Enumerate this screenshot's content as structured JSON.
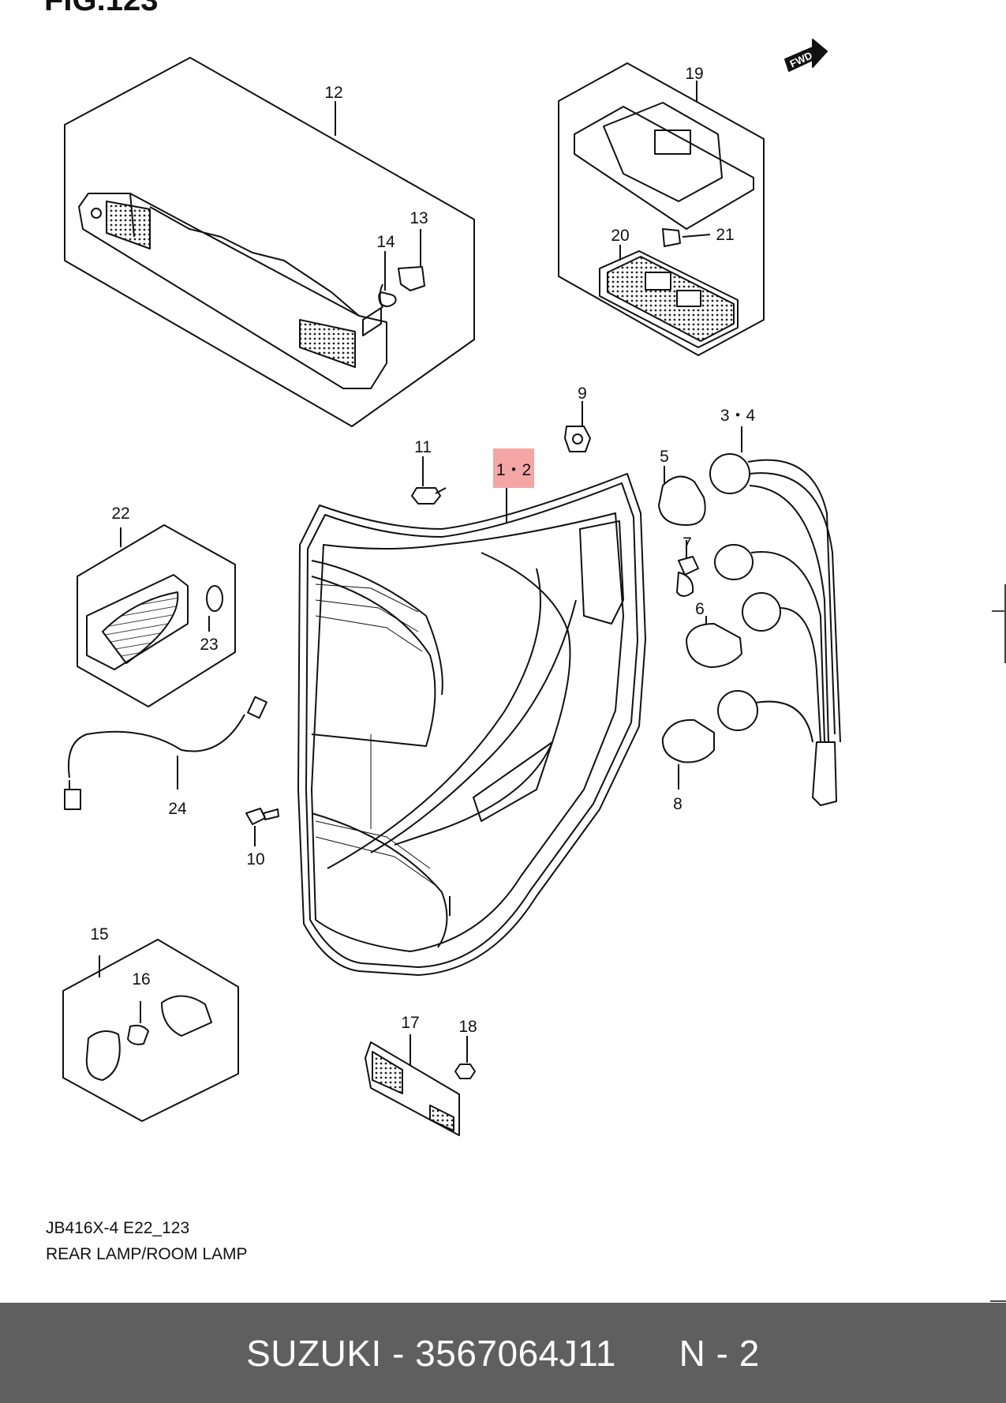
{
  "figure": {
    "title": "FIG.123",
    "model_code": "JB416X-4 E22_123",
    "section_title": "REAR LAMP/ROOM LAMP",
    "fwd_label": "FWD"
  },
  "callouts": {
    "c1_2": "1・2",
    "c3_4": "3・4",
    "c5": "5",
    "c6": "6",
    "c7": "7",
    "c8": "8",
    "c9": "9",
    "c10": "10",
    "c11": "11",
    "c12": "12",
    "c13": "13",
    "c14": "14",
    "c15": "15",
    "c16": "16",
    "c17": "17",
    "c18": "18",
    "c19": "19",
    "c20": "20",
    "c21": "21",
    "c22": "22",
    "c23": "23",
    "c24": "24"
  },
  "highlight": {
    "part": "1・2",
    "color": "#f4a6a6"
  },
  "footer": {
    "text": "SUZUKI - 3567064J11      N - 2",
    "background": "#5f5f5f"
  }
}
